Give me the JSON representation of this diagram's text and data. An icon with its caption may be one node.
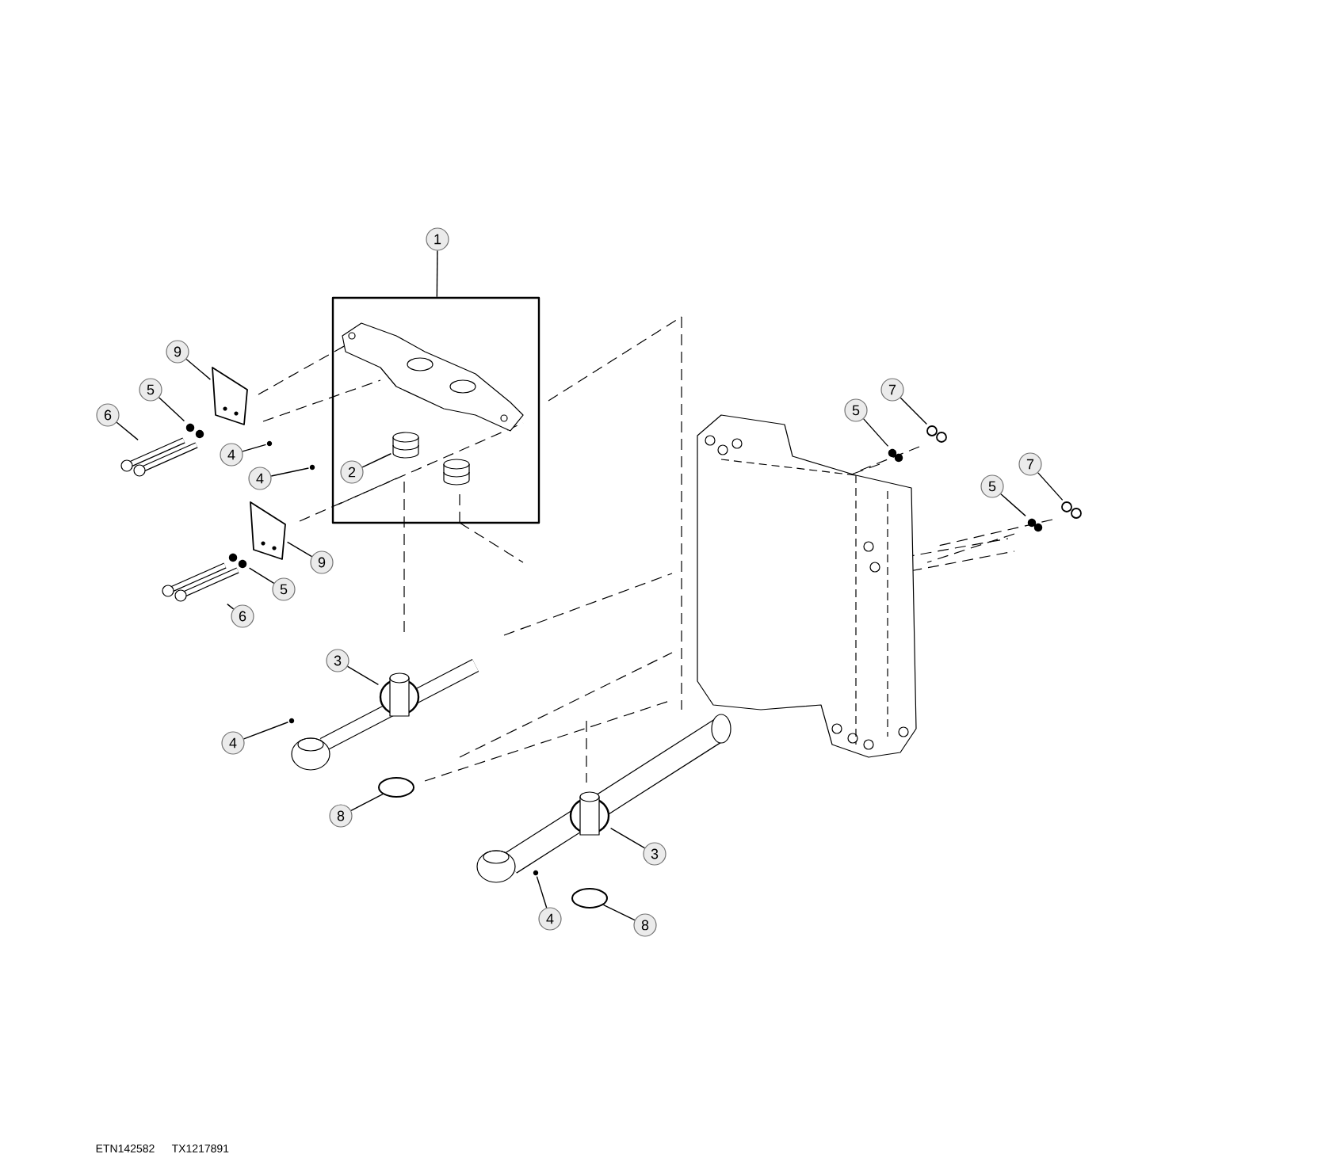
{
  "diagram": {
    "nodes": [
      {
        "text": [
          "1"
        ]
      },
      {
        "text": [],
        "shape": "box"
      },
      {
        "text": [
          "9"
        ]
      },
      {
        "text": [
          "5"
        ]
      },
      {
        "text": [
          "6"
        ]
      },
      {
        "text": [
          "4"
        ]
      },
      {
        "text": [
          "2"
        ],
        "in": 1
      },
      {
        "text": [
          "4"
        ]
      },
      {
        "text": [
          "9"
        ]
      },
      {
        "text": [
          "5"
        ]
      },
      {
        "text": [
          "6"
        ]
      },
      {
        "text": [
          "3"
        ]
      },
      {
        "text": [
          "4"
        ]
      },
      {
        "text": [
          "8"
        ]
      },
      {
        "text": [
          "3"
        ]
      },
      {
        "text": [
          "4"
        ]
      },
      {
        "text": [
          "8"
        ]
      },
      {
        "text": [
          "7"
        ]
      },
      {
        "text": [
          "5"
        ]
      },
      {
        "text": [
          "7"
        ]
      },
      {
        "text": [
          "5"
        ]
      },
      {
        "text": [],
        "shape": "picture"
      },
      {
        "text": [],
        "shape": "picture"
      },
      {
        "text": [],
        "shape": "picture"
      },
      {
        "text": [],
        "shape": "picture"
      },
      {
        "text": [],
        "shape": "picture",
        "in": 1
      },
      {
        "text": [],
        "shape": "picture"
      },
      {
        "text": [],
        "shape": "picture"
      },
      {
        "text": [],
        "shape": "picture"
      },
      {
        "text": [],
        "shape": "picture"
      },
      {
        "text": [],
        "shape": "picture"
      },
      {
        "text": [],
        "shape": "picture"
      },
      {
        "text": [],
        "shape": "circle"
      },
      {
        "text": [],
        "shape": "picture"
      },
      {
        "text": [],
        "shape": "picture"
      },
      {
        "text": [],
        "shape": "circle"
      },
      {
        "text": [],
        "shape": "picture"
      },
      {
        "text": [],
        "shape": "picture"
      },
      {
        "text": [],
        "shape": "picture"
      },
      {
        "text": [],
        "shape": "picture"
      }
    ],
    "edges": [
      {
        "from": 0,
        "to": 1,
        "arrow": "none"
      },
      {
        "from": 2,
        "to": 21,
        "arrow": "none"
      },
      {
        "from": 3,
        "to": 22,
        "arrow": "none"
      },
      {
        "from": 4,
        "to": 23,
        "arrow": "none"
      },
      {
        "from": 5,
        "to": 24,
        "arrow": "none"
      },
      {
        "from": 6,
        "to": 25,
        "arrow": "none"
      },
      {
        "from": 7,
        "to": 26,
        "arrow": "none"
      },
      {
        "from": 8,
        "to": 27,
        "arrow": "none"
      },
      {
        "from": 9,
        "to": 28,
        "arrow": "none"
      },
      {
        "from": 10,
        "to": 29,
        "arrow": "none"
      },
      {
        "from": 11,
        "to": 30,
        "arrow": "none"
      },
      {
        "from": 12,
        "to": 31,
        "arrow": "none"
      },
      {
        "from": 13,
        "to": 32,
        "arrow": "none"
      },
      {
        "from": 14,
        "to": 33,
        "arrow": "none"
      },
      {
        "from": 15,
        "to": 34,
        "arrow": "none"
      },
      {
        "from": 16,
        "to": 35,
        "arrow": "none"
      },
      {
        "from": 17,
        "to": 36,
        "arrow": "none"
      },
      {
        "from": 18,
        "to": 37,
        "arrow": "none"
      },
      {
        "from": 19,
        "to": 38,
        "arrow": "none"
      },
      {
        "from": 20,
        "to": 39,
        "arrow": "none"
      }
    ],
    "labels": [
      "ETN142582",
      "TX1217891"
    ]
  }
}
